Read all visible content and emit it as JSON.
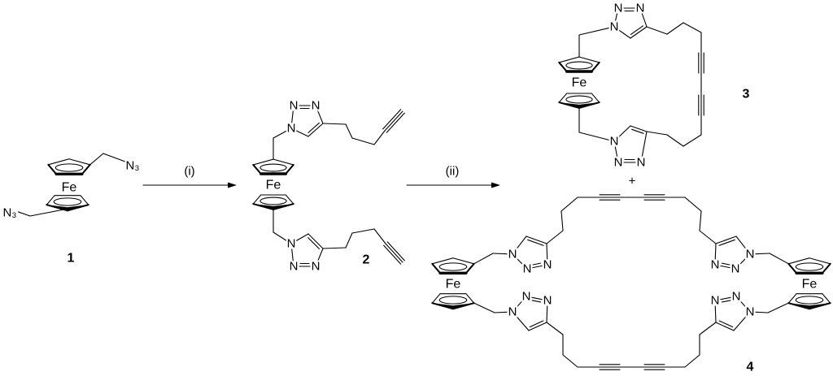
{
  "scheme": {
    "compound_labels": {
      "c1": "1",
      "c2": "2",
      "c3": "3",
      "c4": "4"
    },
    "reagents": {
      "step1": "(i)",
      "step2": "(ii)"
    },
    "plus": "+",
    "atoms": {
      "N": "N",
      "Fe": "Fe",
      "N3": "N₃"
    }
  }
}
